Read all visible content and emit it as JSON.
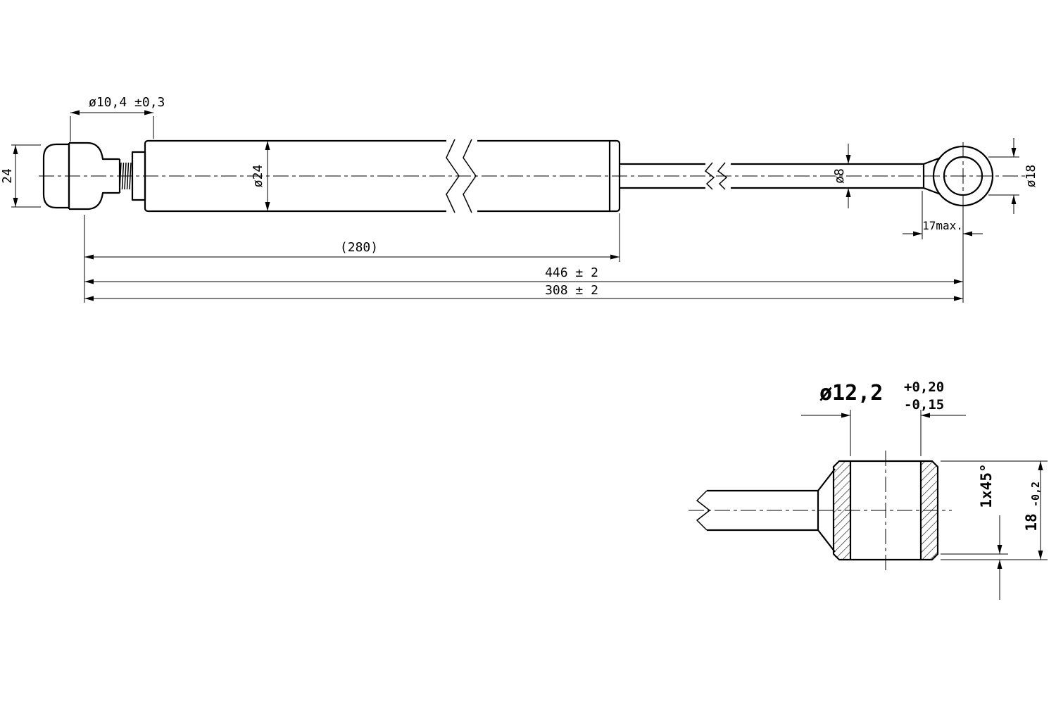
{
  "drawing": {
    "background": "#ffffff",
    "line_color": "#000000"
  },
  "main_view": {
    "socket_diameter": "ø10,4 ±0,3",
    "socket_height": "24",
    "cylinder_diameter": "ø24",
    "rod_diameter": "ø8",
    "eye_diameter": "ø18",
    "eye_depth_max": "17max.",
    "cylinder_length": "(280)",
    "total_length": "446 ± 2",
    "secondary_length": "308 ± 2"
  },
  "detail_view": {
    "bore_diameter": "ø12,2",
    "bore_tolerance_plus": "+0,20",
    "bore_tolerance_minus": "-0,15",
    "chamfer": "1x45°",
    "eye_width": "18",
    "eye_width_tolerance": "-0,2"
  }
}
